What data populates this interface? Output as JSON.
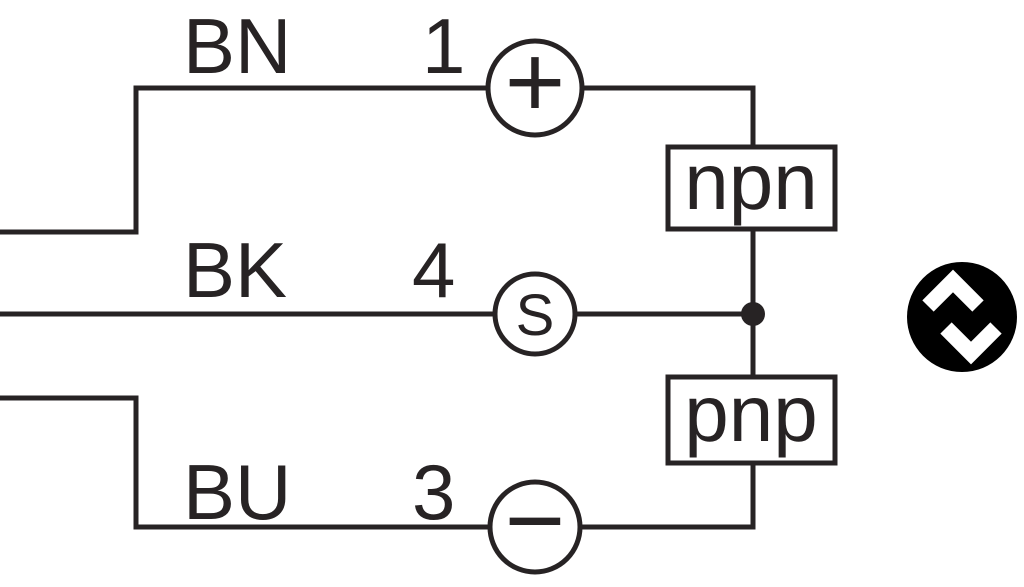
{
  "page": {
    "background": "#ffffff"
  },
  "diagram": {
    "line_color": "#272324",
    "wires": [
      {
        "color_code": "BN",
        "pin": "1",
        "terminal_symbol": "+"
      },
      {
        "color_code": "BK",
        "pin": "4",
        "terminal_symbol": "S"
      },
      {
        "color_code": "BU",
        "pin": "3",
        "terminal_symbol": "−"
      }
    ],
    "outputs": [
      {
        "label": "npn"
      },
      {
        "label": "pnp"
      }
    ]
  },
  "overlay_icon": {
    "name": "swap-arrows-icon",
    "background": "#000000",
    "foreground": "#ffffff"
  }
}
